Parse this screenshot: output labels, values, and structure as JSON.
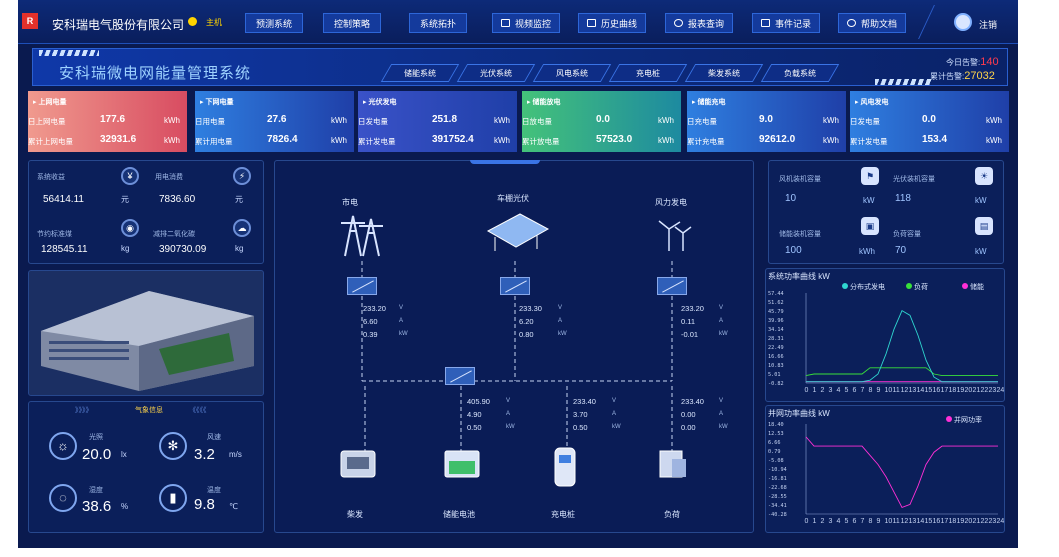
{
  "header": {
    "logo_text": "R",
    "company": "安科瑞电气股份有限公司",
    "host_status": "主机",
    "user": "注销"
  },
  "nav": [
    {
      "label": "预测系统",
      "icon": ""
    },
    {
      "label": "控制策略",
      "icon": ""
    },
    {
      "label": "系统拓扑",
      "icon": ""
    },
    {
      "label": "视频监控",
      "icon": "video-icon"
    },
    {
      "label": "历史曲线",
      "icon": "history-icon"
    },
    {
      "label": "报表查询",
      "icon": "report-icon"
    },
    {
      "label": "事件记录",
      "icon": "event-icon"
    },
    {
      "label": "帮助文档",
      "icon": "help-icon"
    }
  ],
  "title": "安科瑞微电网能量管理系统",
  "subtabs": [
    "储能系统",
    "光伏系统",
    "风电系统",
    "充电桩",
    "柴发系统",
    "负载系统"
  ],
  "alarms": {
    "today_label": "今日告警:",
    "today_value": "140",
    "total_label": "累计告警:",
    "total_value": "27032"
  },
  "cards": [
    {
      "title": "▸ 上网电量",
      "r1": "日上网电量",
      "v1": "177.6",
      "r2": "累计上网电量",
      "v2": "32931.6",
      "unit": "kWh",
      "color": "#e96a6a"
    },
    {
      "title": "▸ 下网电量",
      "r1": "日用电量",
      "v1": "27.6",
      "r2": "累计用电量",
      "v2": "7826.4",
      "unit": "kWh",
      "color": "#2f7fe0"
    },
    {
      "title": "▸ 光伏发电",
      "r1": "日发电量",
      "v1": "251.8",
      "r2": "累计发电量",
      "v2": "391752.4",
      "unit": "kWh",
      "color": "#3a52c8"
    },
    {
      "title": "▸ 储能放电",
      "r1": "日放电量",
      "v1": "0.0",
      "r2": "累计放电量",
      "v2": "57523.0",
      "unit": "kWh",
      "color": "#25a78a"
    },
    {
      "title": "▸ 储能充电",
      "r1": "日充电量",
      "v1": "9.0",
      "r2": "累计充电量",
      "v2": "92612.0",
      "unit": "kWh",
      "color": "#2f7fe0"
    },
    {
      "title": "▸ 风电发电",
      "r1": "日发电量",
      "v1": "0.0",
      "r2": "累计发电量",
      "v2": "153.4",
      "unit": "kWh",
      "color": "#2f7fe0"
    }
  ],
  "metrics": {
    "income_label": "系统收益",
    "income_value": "56414.11",
    "income_unit": "元",
    "consume_label": "用电消费",
    "consume_value": "7836.60",
    "consume_unit": "元",
    "coal_label": "节约标准煤",
    "coal_value": "128545.11",
    "coal_unit": "kg",
    "co2_label": "减排二氧化碳",
    "co2_value": "390730.09",
    "co2_unit": "kg"
  },
  "weather": {
    "title": "气象信息",
    "arrows_l": "》》》》",
    "arrows_r": "《《《《",
    "light_label": "光照",
    "light_value": "20.0",
    "light_unit": "lx",
    "wind_label": "风速",
    "wind_value": "3.2",
    "wind_unit": "m/s",
    "hum_label": "湿度",
    "hum_value": "38.6",
    "hum_unit": "%",
    "temp_label": "温度",
    "temp_value": "9.8",
    "temp_unit": "℃"
  },
  "capacity": {
    "wind_label": "风机装机容量",
    "wind_value": "10",
    "wind_unit": "kW",
    "pv_label": "光伏装机容量",
    "pv_value": "118",
    "pv_unit": "kW",
    "ess_label": "储能装机容量",
    "ess_value": "100",
    "ess_unit": "kWh",
    "load_label": "负荷容量",
    "load_value": "70",
    "load_unit": "kW"
  },
  "topology": {
    "top_labels": [
      "市电",
      "车棚光伏",
      "风力发电"
    ],
    "bottom_labels": [
      "柴发",
      "储能电池",
      "充电桩",
      "负荷"
    ],
    "units": [
      "V",
      "A",
      "kW"
    ],
    "m_grid": [
      "233.20",
      "6.60",
      "0.39"
    ],
    "m_pv": [
      "233.30",
      "6.20",
      "0.80"
    ],
    "m_wind": [
      "233.20",
      "0.11",
      "-0.01"
    ],
    "m_ess": [
      "405.90",
      "4.90",
      "0.50"
    ],
    "m_charger": [
      "233.40",
      "3.70",
      "0.50"
    ],
    "m_load": [
      "233.40",
      "0.00",
      "0.00"
    ]
  },
  "chart_data": [
    {
      "type": "line",
      "title": "系统功率曲线  kW",
      "series": [
        {
          "name": "分布式发电",
          "color": "#2fd6d0"
        },
        {
          "name": "负荷",
          "color": "#38e03a"
        },
        {
          "name": "储能",
          "color": "#ff2fd6"
        }
      ],
      "yticks": [
        "57.44",
        "51.62",
        "45.79",
        "39.96",
        "34.14",
        "28.31",
        "22.49",
        "16.66",
        "10.83",
        "5.01",
        "-0.82"
      ],
      "ylim": [
        -0.82,
        57.44
      ],
      "x": [
        0,
        1,
        2,
        3,
        4,
        5,
        6,
        7,
        8,
        9,
        10,
        11,
        12,
        13,
        14,
        15,
        16,
        17,
        18,
        19,
        20,
        21,
        22,
        23,
        24
      ],
      "xticks": [
        "0",
        "1",
        "2",
        "3",
        "4",
        "5",
        "6",
        "7",
        "8",
        "9",
        "10",
        "11",
        "12",
        "13",
        "14",
        "15",
        "16",
        "17",
        "18",
        "19",
        "20",
        "21",
        "22",
        "23",
        "24"
      ],
      "pv": [
        0,
        0,
        0,
        0,
        0,
        0,
        0,
        0,
        1,
        5,
        18,
        34,
        46,
        43,
        30,
        14,
        3,
        0,
        0,
        0,
        0,
        0,
        0,
        0,
        0
      ],
      "load": [
        4,
        5,
        5,
        5,
        5,
        5,
        5,
        5,
        9,
        9,
        9,
        9,
        9,
        9,
        9,
        9,
        5,
        4,
        4,
        4,
        4,
        4,
        4,
        4,
        4
      ],
      "ess": [
        0,
        0,
        0,
        0,
        0,
        0,
        0,
        0,
        0,
        0,
        0,
        0,
        0,
        0,
        0,
        0,
        0,
        0,
        0,
        0,
        0,
        0,
        0,
        0,
        0
      ]
    },
    {
      "type": "line",
      "title": "并网功率曲线  kW",
      "series": [
        {
          "name": "并网功率",
          "color": "#ff2fd6"
        }
      ],
      "yticks": [
        "18.40",
        "12.53",
        "6.66",
        "0.79",
        "-5.08",
        "-10.94",
        "-16.81",
        "-22.68",
        "-28.55",
        "-34.41",
        "-40.28"
      ],
      "ylim": [
        -40.28,
        18.4
      ],
      "x": [
        0,
        1,
        2,
        3,
        4,
        5,
        6,
        7,
        8,
        9,
        10,
        11,
        12,
        13,
        14,
        15,
        16,
        17,
        18,
        19,
        20,
        21,
        22,
        23,
        24
      ],
      "xticks": [
        "0",
        "1",
        "2",
        "3",
        "4",
        "5",
        "6",
        "7",
        "8",
        "9",
        "10",
        "11",
        "12",
        "13",
        "14",
        "15",
        "16",
        "17",
        "18",
        "19",
        "20",
        "21",
        "22",
        "23",
        "24"
      ],
      "grid": [
        10,
        4,
        4,
        4,
        4,
        4,
        4,
        4,
        -2,
        -8,
        -16,
        -26,
        -36,
        -34,
        -22,
        -8,
        0,
        4,
        4,
        4,
        4,
        4,
        4,
        4,
        4
      ]
    }
  ]
}
